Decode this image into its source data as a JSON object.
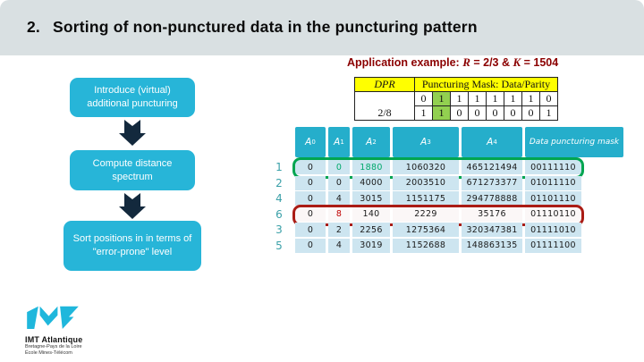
{
  "slide": {
    "title_number": "2.",
    "title_text": "Sorting of non-punctured data in the puncturing pattern",
    "subtitle": {
      "prefix": "Application example: ",
      "var1": "R",
      "mid": " = 2/3 & ",
      "var2": "K",
      "tail": " = 1504"
    }
  },
  "flow": {
    "steps": [
      {
        "label": "Introduce (virtual) additional puncturing"
      },
      {
        "label": "Compute distance spectrum"
      },
      {
        "label": "Sort positions in in terms of \"error-prone\" level"
      }
    ]
  },
  "dpr_table": {
    "header_dpr": "DPR",
    "header_mask": "Puncturing Mask: Data/Parity",
    "rate": "2/8",
    "data_mask": [
      "0",
      "1",
      "1",
      "1",
      "1",
      "1",
      "1",
      "0"
    ],
    "parity_mask": [
      "1",
      "1",
      "0",
      "0",
      "0",
      "0",
      "0",
      "1"
    ],
    "highlighted_column_index": 1
  },
  "results_table": {
    "a_base": "A",
    "subs": [
      "0",
      "1",
      "2",
      "3",
      "4"
    ],
    "mask_header": "Data puncturing mask",
    "rows": [
      {
        "order": "1",
        "highlight": "green",
        "values": [
          "0",
          "0",
          "1880",
          "1060320",
          "465121494",
          "00111110"
        ]
      },
      {
        "order": "2",
        "highlight": "",
        "values": [
          "0",
          "0",
          "4000",
          "2003510",
          "671273377",
          "01011110"
        ]
      },
      {
        "order": "4",
        "highlight": "",
        "values": [
          "0",
          "4",
          "3015",
          "1151175",
          "294778888",
          "01101110"
        ]
      },
      {
        "order": "6",
        "highlight": "red",
        "values": [
          "0",
          "8",
          "140",
          "2229",
          "35176",
          "01110110"
        ]
      },
      {
        "order": "3",
        "highlight": "",
        "values": [
          "0",
          "2",
          "2256",
          "1275364",
          "320347381",
          "01111010"
        ]
      },
      {
        "order": "5",
        "highlight": "",
        "values": [
          "0",
          "4",
          "3019",
          "1152688",
          "148863135",
          "01111100"
        ]
      }
    ]
  },
  "logo": {
    "name": "IMT Atlantique",
    "subline1": "Bretagne-Pays de la Loire",
    "subline2": "École Mines-Télécom"
  },
  "colors": {
    "accent_cyan": "#27B5D8",
    "table_header_cyan": "#25AECB",
    "row_blue": "#CDE5F0",
    "highlight_green": "#00A550",
    "highlight_red": "#AA1C15",
    "mask_green_cell": "#92D050",
    "mask_yellow": "#FFFF00",
    "subtitle_red": "#8B0000",
    "arrow_navy": "#13293D",
    "order_teal": "#3AA0A8",
    "titlebar_gray": "#D9E0E2"
  }
}
